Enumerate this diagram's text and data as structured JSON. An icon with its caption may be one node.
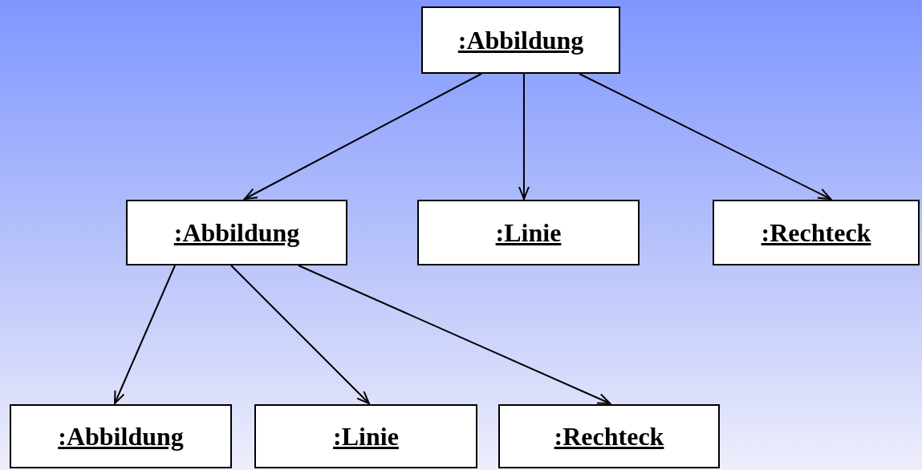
{
  "diagram": {
    "nodes": [
      {
        "text": [
          ":Abbildung"
        ]
      },
      {
        "text": [
          ":Abbildung"
        ]
      },
      {
        "text": [
          ":Linie"
        ]
      },
      {
        "text": [
          ":Rechteck"
        ]
      },
      {
        "text": [
          ":Abbildung"
        ]
      },
      {
        "text": [
          ":Linie"
        ]
      },
      {
        "text": [
          ":Rechteck"
        ]
      }
    ],
    "edges": [
      {
        "from": 0,
        "to": 1,
        "arrow": "to"
      },
      {
        "from": 0,
        "to": 2,
        "arrow": "to"
      },
      {
        "from": 0,
        "to": 3,
        "arrow": "to"
      },
      {
        "from": 1,
        "to": 4,
        "arrow": "to"
      },
      {
        "from": 1,
        "to": 5,
        "arrow": "to"
      },
      {
        "from": 1,
        "to": 6,
        "arrow": "to"
      }
    ]
  }
}
